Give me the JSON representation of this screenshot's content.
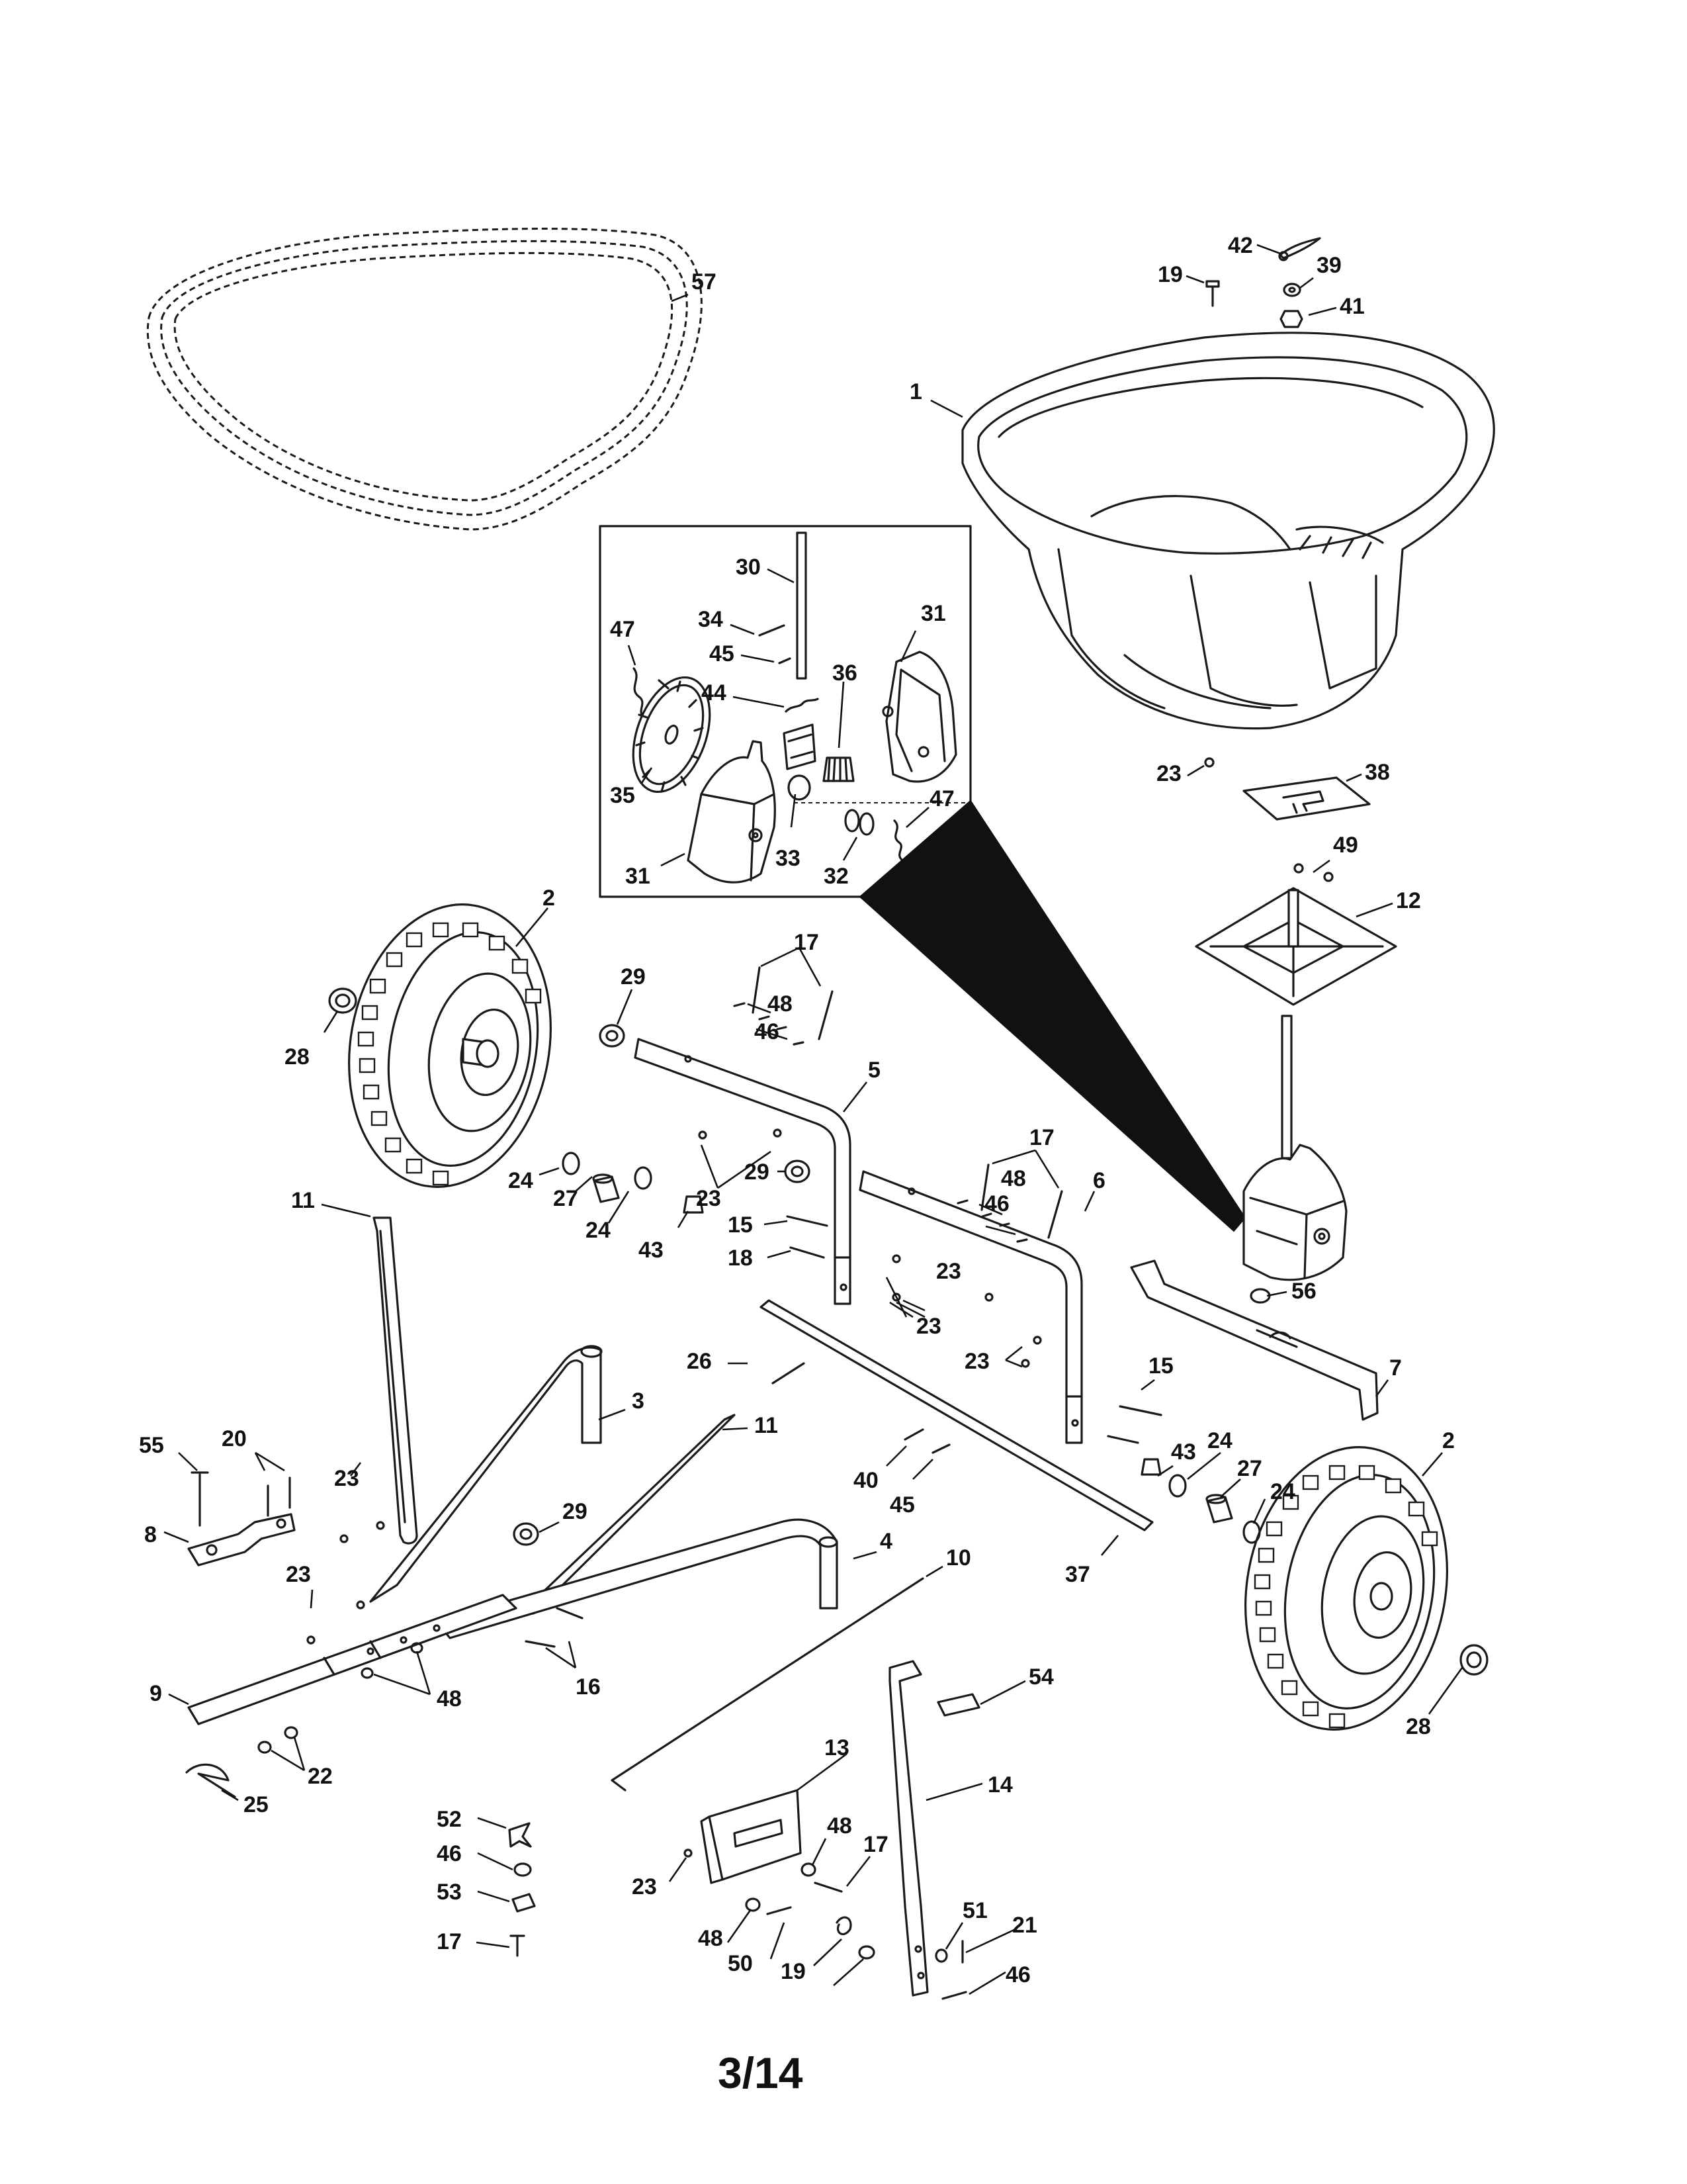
{
  "page": {
    "number": "3/14"
  },
  "callouts": [
    {
      "id": "c42",
      "label": "42"
    },
    {
      "id": "c39",
      "label": "39"
    },
    {
      "id": "c19a",
      "label": "19"
    },
    {
      "id": "c41",
      "label": "41"
    },
    {
      "id": "c57",
      "label": "57"
    },
    {
      "id": "c1",
      "label": "1"
    },
    {
      "id": "c30",
      "label": "30"
    },
    {
      "id": "c34",
      "label": "34"
    },
    {
      "id": "c31a",
      "label": "31"
    },
    {
      "id": "c47a",
      "label": "47"
    },
    {
      "id": "c45a",
      "label": "45"
    },
    {
      "id": "c36",
      "label": "36"
    },
    {
      "id": "c44",
      "label": "44"
    },
    {
      "id": "c35",
      "label": "35"
    },
    {
      "id": "c33",
      "label": "33"
    },
    {
      "id": "c47b",
      "label": "47"
    },
    {
      "id": "c31b",
      "label": "31"
    },
    {
      "id": "c32",
      "label": "32"
    },
    {
      "id": "c23a",
      "label": "23"
    },
    {
      "id": "c38",
      "label": "38"
    },
    {
      "id": "c49",
      "label": "49"
    },
    {
      "id": "c12",
      "label": "12"
    },
    {
      "id": "c2a",
      "label": "2"
    },
    {
      "id": "c29a",
      "label": "29"
    },
    {
      "id": "c17a",
      "label": "17"
    },
    {
      "id": "c48a",
      "label": "48"
    },
    {
      "id": "c46a",
      "label": "46"
    },
    {
      "id": "c28a",
      "label": "28"
    },
    {
      "id": "c5",
      "label": "5"
    },
    {
      "id": "c17b",
      "label": "17"
    },
    {
      "id": "c48b",
      "label": "48"
    },
    {
      "id": "c46b",
      "label": "46"
    },
    {
      "id": "c23b",
      "label": "23"
    },
    {
      "id": "c24a",
      "label": "24"
    },
    {
      "id": "c29b",
      "label": "29"
    },
    {
      "id": "c27a",
      "label": "27"
    },
    {
      "id": "c24b",
      "label": "24"
    },
    {
      "id": "c11a",
      "label": "11"
    },
    {
      "id": "c15a",
      "label": "15"
    },
    {
      "id": "c43a",
      "label": "43"
    },
    {
      "id": "c18",
      "label": "18"
    },
    {
      "id": "c23c",
      "label": "23"
    },
    {
      "id": "c6",
      "label": "6"
    },
    {
      "id": "c56",
      "label": "56"
    },
    {
      "id": "c23d",
      "label": "23"
    },
    {
      "id": "c26",
      "label": "26"
    },
    {
      "id": "c23e",
      "label": "23"
    },
    {
      "id": "c7",
      "label": "7"
    },
    {
      "id": "c3",
      "label": "3"
    },
    {
      "id": "c15b",
      "label": "15"
    },
    {
      "id": "c11b",
      "label": "11"
    },
    {
      "id": "c43b",
      "label": "43"
    },
    {
      "id": "c2b",
      "label": "2"
    },
    {
      "id": "c55",
      "label": "55"
    },
    {
      "id": "c20",
      "label": "20"
    },
    {
      "id": "c24c",
      "label": "24"
    },
    {
      "id": "c27b",
      "label": "27"
    },
    {
      "id": "c40",
      "label": "40"
    },
    {
      "id": "c23f",
      "label": "23"
    },
    {
      "id": "c29c",
      "label": "29"
    },
    {
      "id": "c24d",
      "label": "24"
    },
    {
      "id": "c45b",
      "label": "45"
    },
    {
      "id": "c8",
      "label": "8"
    },
    {
      "id": "c4",
      "label": "4"
    },
    {
      "id": "c37",
      "label": "37"
    },
    {
      "id": "c23g",
      "label": "23"
    },
    {
      "id": "c10",
      "label": "10"
    },
    {
      "id": "c9",
      "label": "9"
    },
    {
      "id": "c48c",
      "label": "48"
    },
    {
      "id": "c16",
      "label": "16"
    },
    {
      "id": "c54",
      "label": "54"
    },
    {
      "id": "c28b",
      "label": "28"
    },
    {
      "id": "c22",
      "label": "22"
    },
    {
      "id": "c13",
      "label": "13"
    },
    {
      "id": "c25",
      "label": "25"
    },
    {
      "id": "c14",
      "label": "14"
    },
    {
      "id": "c52",
      "label": "52"
    },
    {
      "id": "c48d",
      "label": "48"
    },
    {
      "id": "c46c",
      "label": "46"
    },
    {
      "id": "c17c",
      "label": "17"
    },
    {
      "id": "c23h",
      "label": "23"
    },
    {
      "id": "c53",
      "label": "53"
    },
    {
      "id": "c48e",
      "label": "48"
    },
    {
      "id": "c51",
      "label": "51"
    },
    {
      "id": "c21",
      "label": "21"
    },
    {
      "id": "c17d",
      "label": "17"
    },
    {
      "id": "c50",
      "label": "50"
    },
    {
      "id": "c19b",
      "label": "19"
    },
    {
      "id": "c46d",
      "label": "46"
    }
  ]
}
